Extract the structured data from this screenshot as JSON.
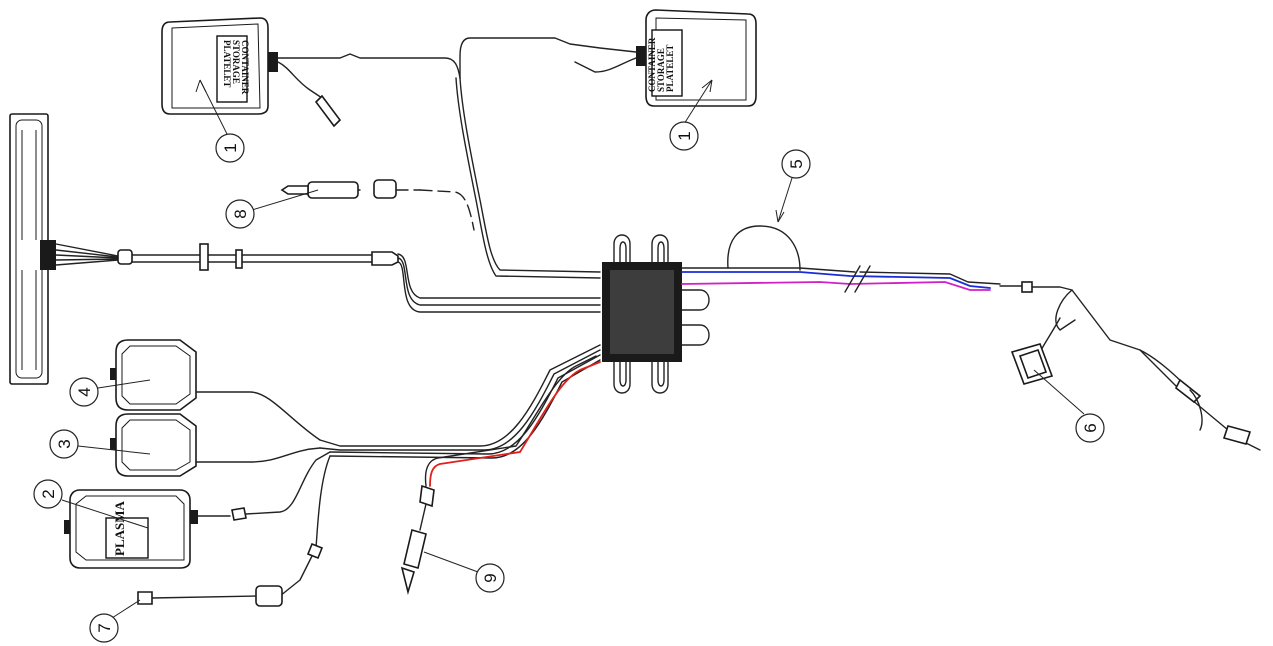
{
  "labels": {
    "platelet_left": [
      "PLATELET",
      "STORAGE",
      "CONTAINER"
    ],
    "platelet_right": [
      "PLATELET",
      "STORAGE",
      "CONTAINER"
    ],
    "plasma": "PLASMA"
  },
  "callouts": {
    "c1a": "1",
    "c1b": "1",
    "c2": "2",
    "c3": "3",
    "c4": "4",
    "c5": "5",
    "c6": "6",
    "c7": "7",
    "c8": "8",
    "c9": "9"
  },
  "colors": {
    "red_line": "#e0201a",
    "blue_line": "#1a2bd8",
    "magenta_line": "#d020c8",
    "ink": "#1a1a1a"
  }
}
